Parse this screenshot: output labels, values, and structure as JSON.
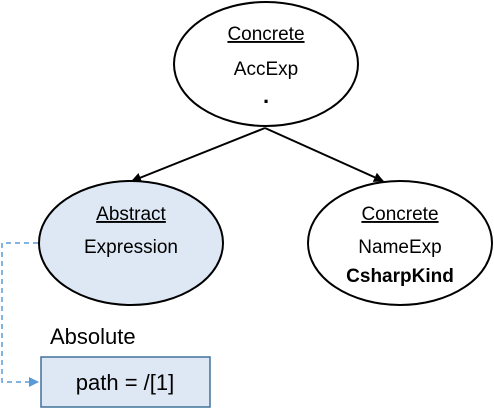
{
  "nodes": {
    "root": {
      "kind": "Concrete",
      "name": "AccExp",
      "detail": "."
    },
    "left": {
      "kind": "Abstract",
      "name": "Expression",
      "fill": "#dee8f4"
    },
    "right": {
      "kind": "Concrete",
      "name": "NameExp",
      "detail": "CsharpKind"
    }
  },
  "path_box": {
    "heading": "Absolute",
    "text": "path = /[1]",
    "fill": "#dee8f4",
    "border": "#41719c"
  },
  "connector_color": "#5b9bd5"
}
